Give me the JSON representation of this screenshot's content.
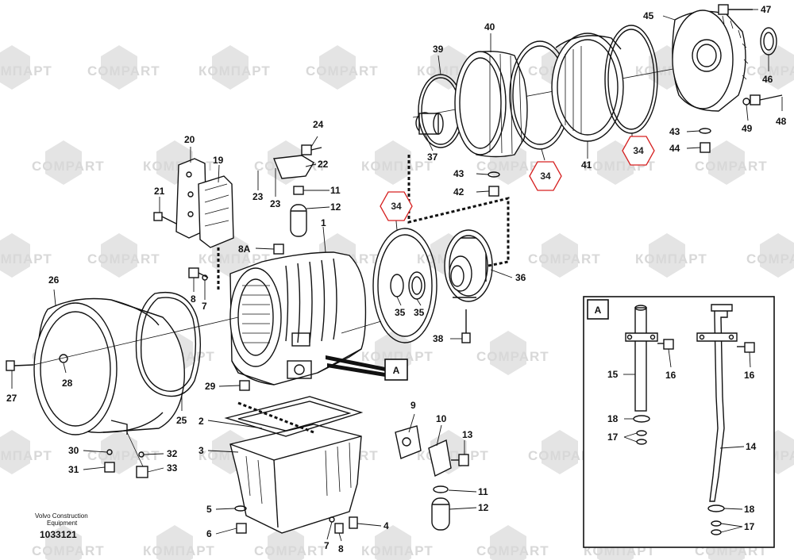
{
  "watermark": {
    "latin": "COMPART",
    "cyrillic": "КОМПАРТ"
  },
  "caption": {
    "line1": "Volvo Construction",
    "line2": "Equipment",
    "drawing_number": "1033121"
  },
  "detail_ref": "A",
  "labels": {
    "p1": "1",
    "p2": "2",
    "p3": "3",
    "p4": "4",
    "p5": "5",
    "p6": "6",
    "p7": "7",
    "p7b": "7",
    "p8": "8",
    "p8b": "8",
    "p8a": "8A",
    "p9": "9",
    "p10": "10",
    "p11": "11",
    "p11b": "11",
    "p12": "12",
    "p12b": "12",
    "p13": "13",
    "p19": "19",
    "p20": "20",
    "p21": "21",
    "p22": "22",
    "p23": "23",
    "p23b": "23",
    "p24": "24",
    "p25": "25",
    "p26": "26",
    "p27": "27",
    "p28": "28",
    "p29": "29",
    "p30": "30",
    "p31": "31",
    "p32": "32",
    "p33": "33",
    "p34a": "34",
    "p34b": "34",
    "p34c": "34",
    "p35": "35",
    "p35b": "35",
    "p36": "36",
    "p37": "37",
    "p38": "38",
    "p39": "39",
    "p40": "40",
    "p41": "41",
    "p42": "42",
    "p43": "43",
    "p43b": "43",
    "p44": "44",
    "p45": "45",
    "p46": "46",
    "p47": "47",
    "p48": "48",
    "p49": "49",
    "d14": "14",
    "d15": "15",
    "d16": "16",
    "d16b": "16",
    "d17": "17",
    "d17b": "17",
    "d18": "18",
    "d18b": "18"
  }
}
